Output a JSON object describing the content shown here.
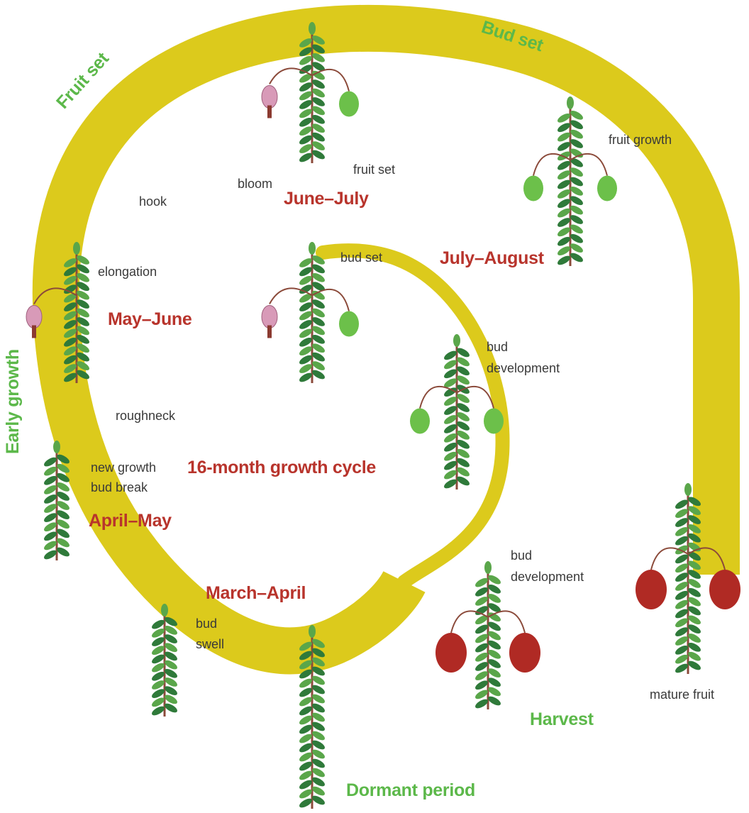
{
  "title": "16-month growth cycle",
  "colors": {
    "band": "#dcca1c",
    "band_edge": "#c9b514",
    "month_text": "#b8342c",
    "phase_text": "#5cb84a",
    "stage_text": "#3a3a3a",
    "leaf": "#2f7a3a",
    "leaf_light": "#5aa64a",
    "stem": "#8b4a3a",
    "bloom": "#d89ab8",
    "green_fruit": "#6cc04a",
    "mature_fruit": "#b02a24"
  },
  "phases": {
    "fruit_set": "Fruit set",
    "bud_set": "Bud set",
    "early_growth": "Early growth",
    "harvest": "Harvest",
    "dormant": "Dormant period"
  },
  "months": {
    "june_july": "June–July",
    "july_august": "July–August",
    "may_june": "May–June",
    "april_may": "April–May",
    "march_april": "March–April"
  },
  "stages": {
    "bloom": "bloom",
    "fruit_set": "fruit set",
    "fruit_growth": "fruit growth",
    "hook": "hook",
    "elongation": "elongation",
    "bud_set": "bud set",
    "roughneck": "roughneck",
    "new_growth": "new growth",
    "bud_break": "bud break",
    "bud_development_1": "bud",
    "bud_development_1b": "development",
    "bud_development_2": "bud",
    "bud_development_2b": "development",
    "bud_swell_1": "bud",
    "bud_swell_2": "swell",
    "mature_fruit": "mature fruit"
  },
  "plants": [
    {
      "name": "plant-dormant",
      "flowers": 0,
      "fruits": 0,
      "fruit_type": "none"
    },
    {
      "name": "plant-bud-swell",
      "flowers": 0,
      "fruits": 0,
      "fruit_type": "none"
    },
    {
      "name": "plant-bud-break",
      "flowers": 0,
      "fruits": 0,
      "fruit_type": "none"
    },
    {
      "name": "plant-elongation",
      "flowers": 1,
      "fruits": 0,
      "fruit_type": "bud"
    },
    {
      "name": "plant-bloom",
      "flowers": 1,
      "fruits": 1,
      "fruit_type": "green"
    },
    {
      "name": "plant-fruit-growth",
      "flowers": 0,
      "fruits": 2,
      "fruit_type": "green"
    },
    {
      "name": "plant-mature-fruit",
      "flowers": 0,
      "fruits": 2,
      "fruit_type": "mature"
    },
    {
      "name": "plant-inner-bloom",
      "flowers": 1,
      "fruits": 1,
      "fruit_type": "green"
    },
    {
      "name": "plant-inner-bud-development",
      "flowers": 0,
      "fruits": 2,
      "fruit_type": "green"
    },
    {
      "name": "plant-inner-harvest",
      "flowers": 0,
      "fruits": 2,
      "fruit_type": "mature"
    }
  ]
}
